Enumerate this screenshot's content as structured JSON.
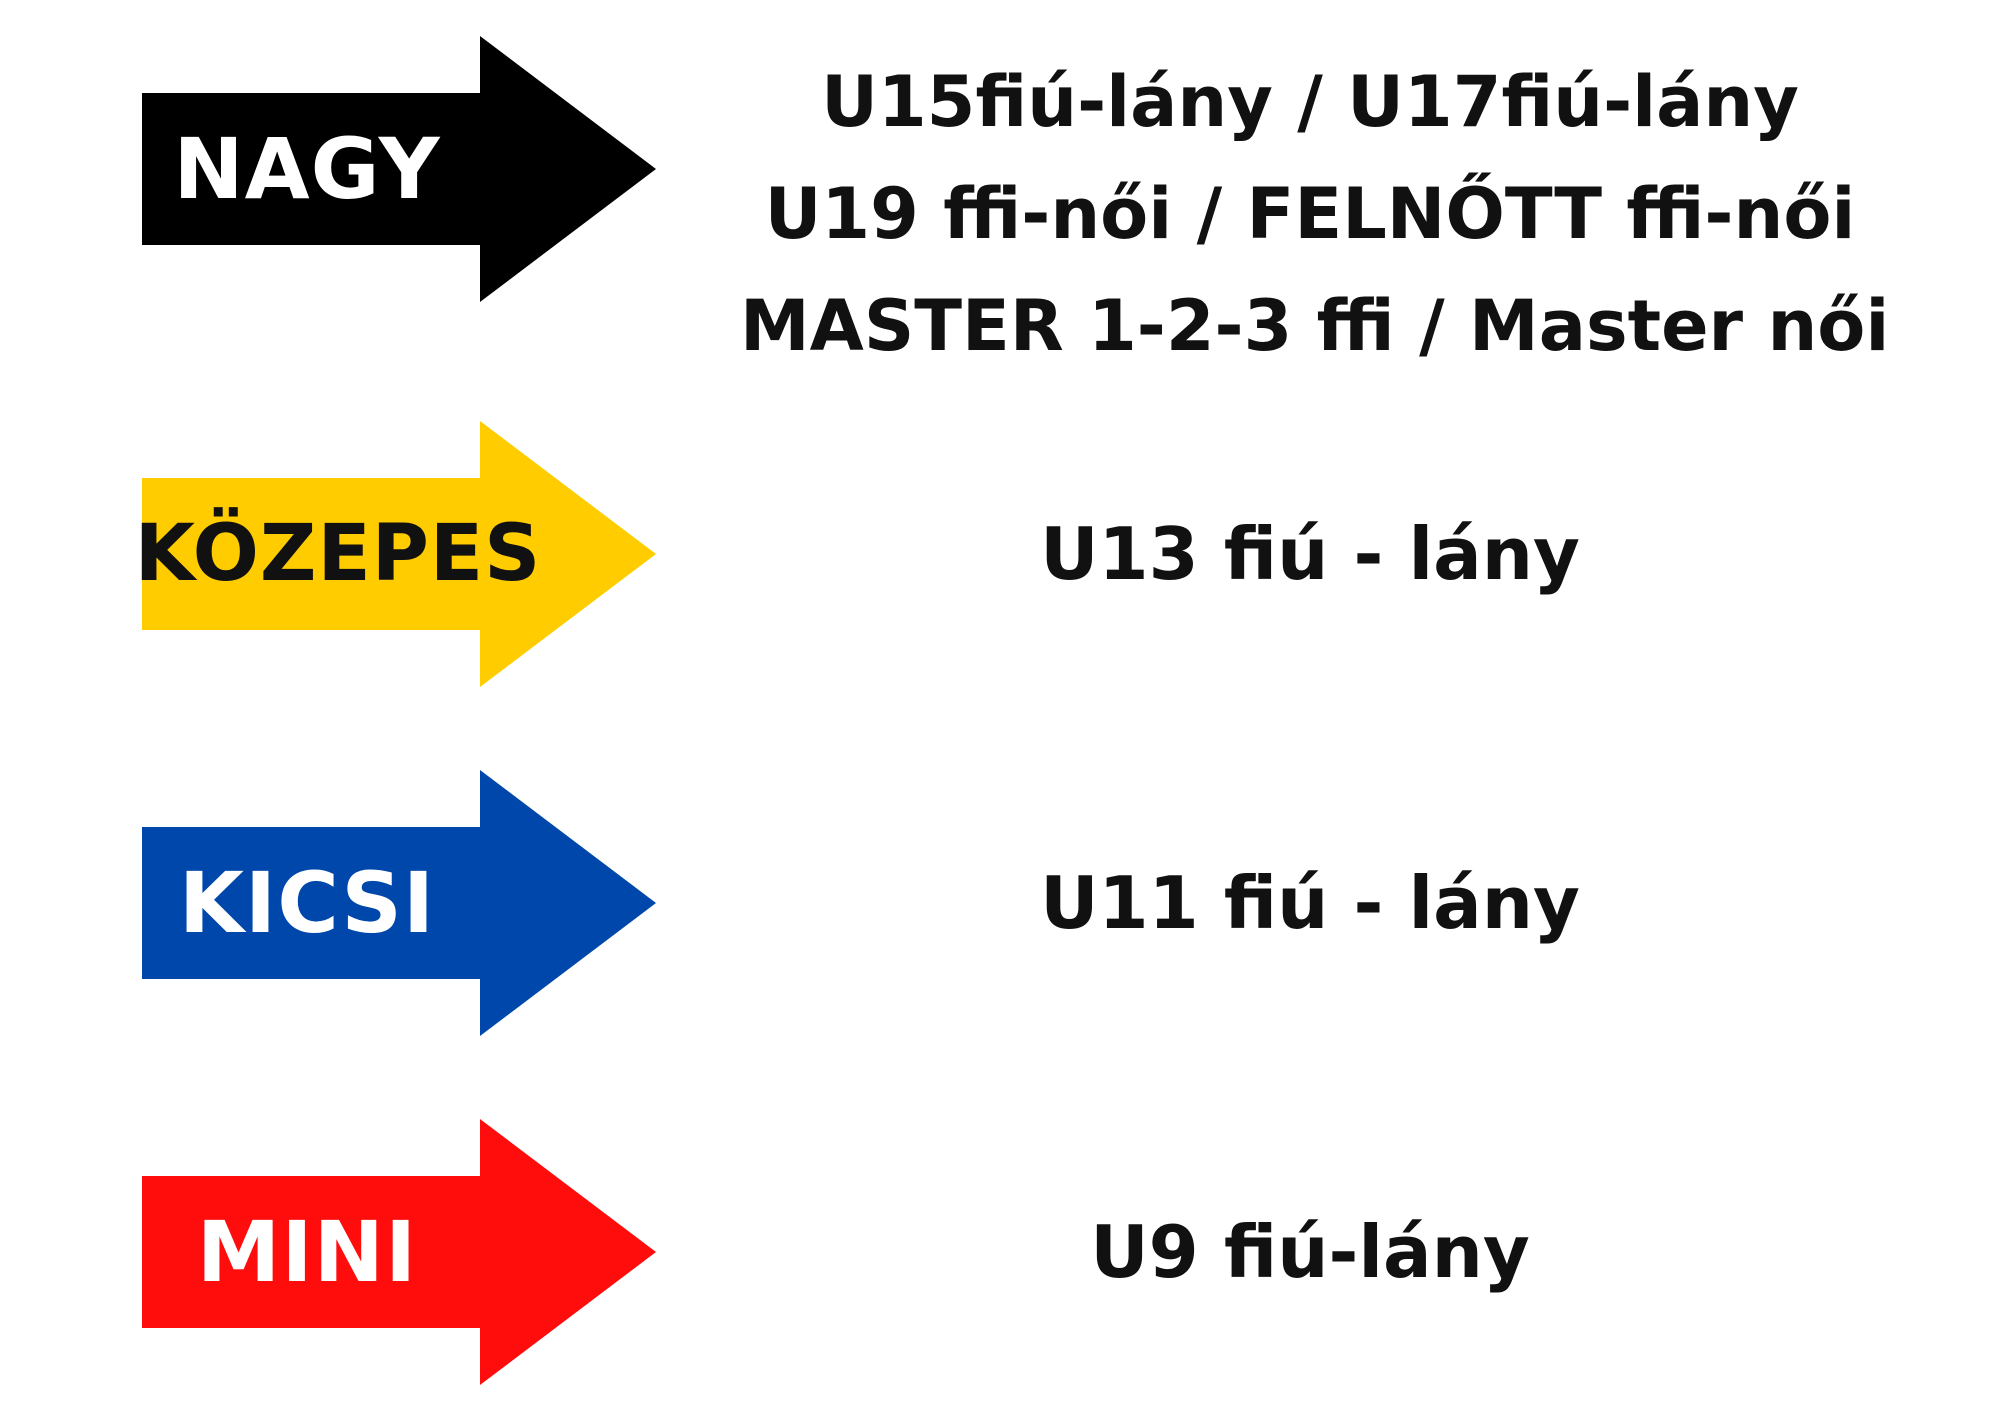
{
  "categories": [
    {
      "label": "NAGY",
      "arrow_color": "#000000",
      "label_color": "#ffffff",
      "lines": [
        "U15fiú-lány / U17fiú-lány",
        "U19 ffi-női / FELNŐTT ffi-női",
        "MASTER 1-2-3 ffi / Master női"
      ]
    },
    {
      "label": "KÖZEPES",
      "arrow_color": "#ffcc00",
      "label_color": "#111111",
      "lines": [
        "U13 fiú - lány"
      ]
    },
    {
      "label": "KICSI",
      "arrow_color": "#0047ab",
      "label_color": "#ffffff",
      "lines": [
        "U11 fiú - lány"
      ]
    },
    {
      "label": "MINI",
      "arrow_color": "#ff0d0d",
      "label_color": "#ffffff",
      "lines": [
        "U9 fiú-lány"
      ]
    }
  ]
}
